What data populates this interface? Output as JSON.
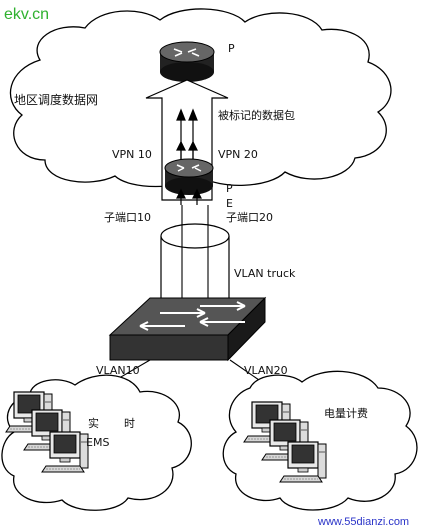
{
  "watermark_top": "ekv.cn",
  "watermark_bottom": "www.55dianzi.com",
  "colors": {
    "watermark_top": "#2fb12f",
    "watermark_bottom": "#2a33c8"
  },
  "labels": {
    "top_router": "P",
    "region_network": "地区调度数据网",
    "marked_packets": "被标记的数据包",
    "vpn10": "VPN 10",
    "vpn20": "VPN 20",
    "pe_p": "P",
    "pe_e": "E",
    "subport10": "子端口10",
    "subport20": "子端口20",
    "vlan_truck": "VLAN truck",
    "vlan10": "VLAN10",
    "vlan20": "VLAN20",
    "realtime_1": "实",
    "realtime_2": "时",
    "ems": "EMS",
    "metering": "电量计费"
  },
  "icons": [
    "router-icon",
    "switch-icon",
    "computer-icon",
    "cloud-icon"
  ]
}
